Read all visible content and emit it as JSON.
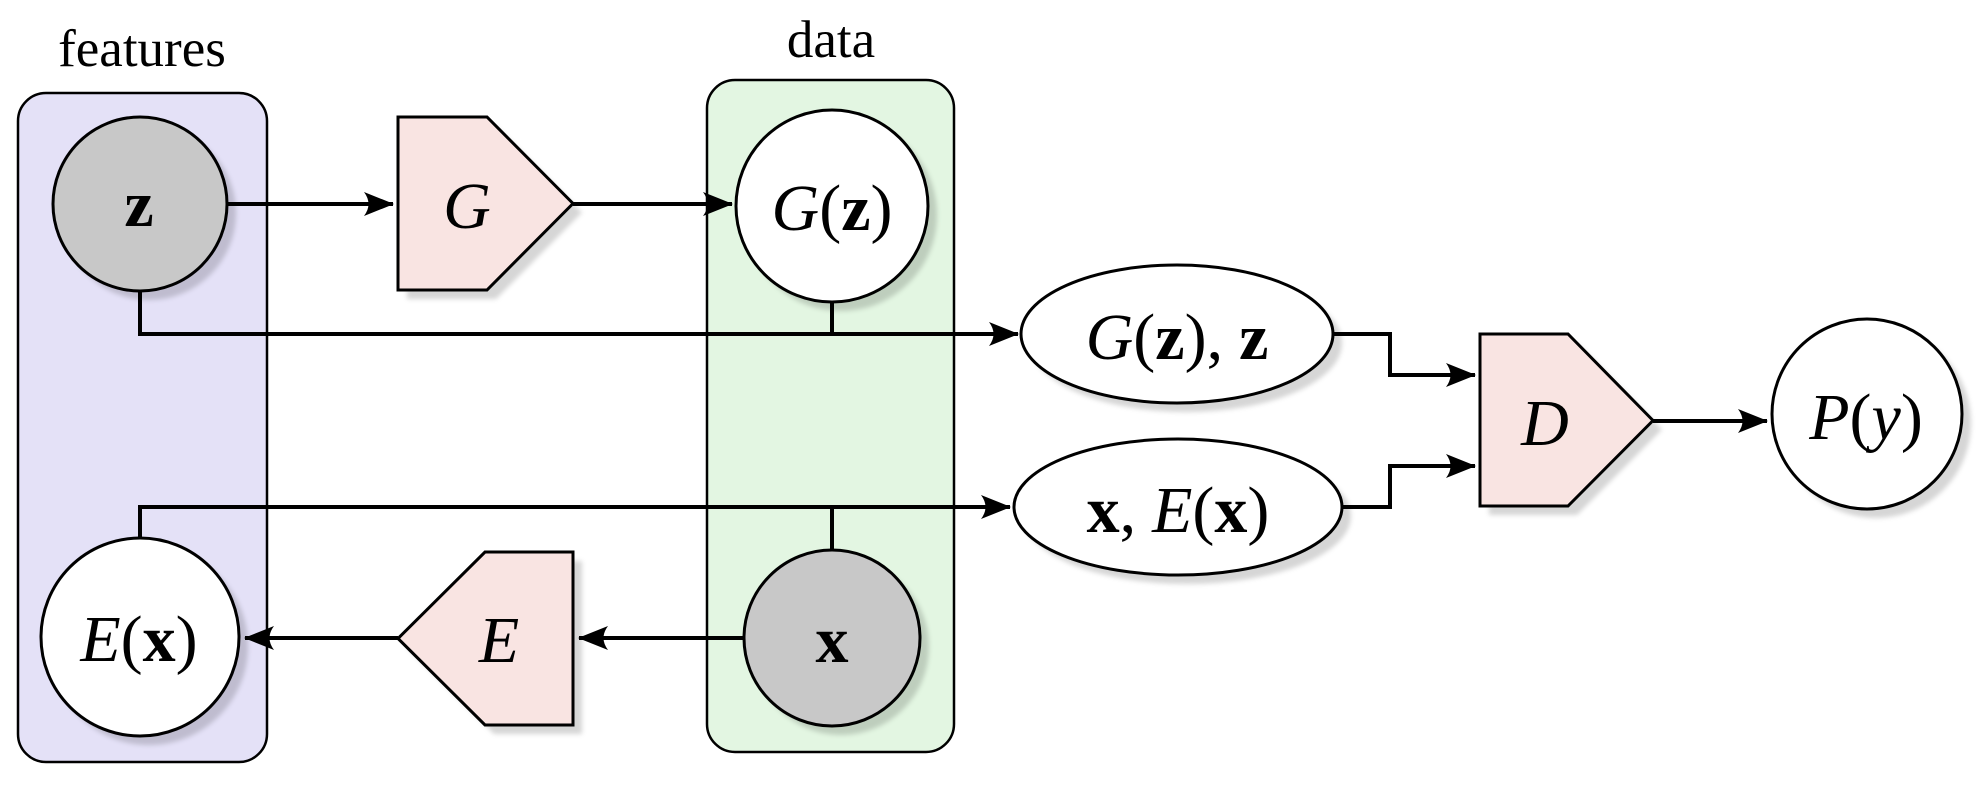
{
  "diagram": {
    "groups": {
      "features": {
        "label": "features"
      },
      "data": {
        "label": "data"
      }
    },
    "colors": {
      "features_box": "#e4e1f7",
      "data_box": "#e3f6e2",
      "module_pink": "#f9e4e2",
      "sample_gray": "#c8c8c8",
      "node_white": "#ffffff",
      "stroke": "#000000"
    },
    "nodes": {
      "z": {
        "parts": [
          {
            "t": "z",
            "s": "b"
          }
        ]
      },
      "generator": {
        "parts": [
          {
            "t": "G",
            "s": "i"
          }
        ]
      },
      "g_of_z": {
        "parts": [
          {
            "t": "G",
            "s": "i"
          },
          {
            "t": "(",
            "s": "u"
          },
          {
            "t": "z",
            "s": "b"
          },
          {
            "t": ")",
            "s": "u"
          }
        ]
      },
      "x": {
        "parts": [
          {
            "t": "x",
            "s": "b"
          }
        ]
      },
      "encoder": {
        "parts": [
          {
            "t": "E",
            "s": "i"
          }
        ]
      },
      "e_of_x": {
        "parts": [
          {
            "t": "E",
            "s": "i"
          },
          {
            "t": "(",
            "s": "u"
          },
          {
            "t": "x",
            "s": "b"
          },
          {
            "t": ")",
            "s": "u"
          }
        ]
      },
      "discriminator": {
        "parts": [
          {
            "t": "D",
            "s": "i"
          }
        ]
      },
      "pair_gz_z": {
        "parts": [
          {
            "t": "G",
            "s": "i"
          },
          {
            "t": "(",
            "s": "u"
          },
          {
            "t": "z",
            "s": "b"
          },
          {
            "t": ")",
            "s": "u"
          },
          {
            "t": ",",
            "s": "u"
          },
          {
            "t": "z",
            "s": "b"
          }
        ]
      },
      "pair_x_ex": {
        "parts": [
          {
            "t": "x",
            "s": "b"
          },
          {
            "t": ",",
            "s": "u"
          },
          {
            "t": "E",
            "s": "i"
          },
          {
            "t": "(",
            "s": "u"
          },
          {
            "t": "x",
            "s": "b"
          },
          {
            "t": ")",
            "s": "u"
          }
        ]
      },
      "p_of_y": {
        "parts": [
          {
            "t": "P",
            "s": "i"
          },
          {
            "t": "(",
            "s": "u"
          },
          {
            "t": "y",
            "s": "i"
          },
          {
            "t": ")",
            "s": "u"
          }
        ]
      }
    }
  }
}
